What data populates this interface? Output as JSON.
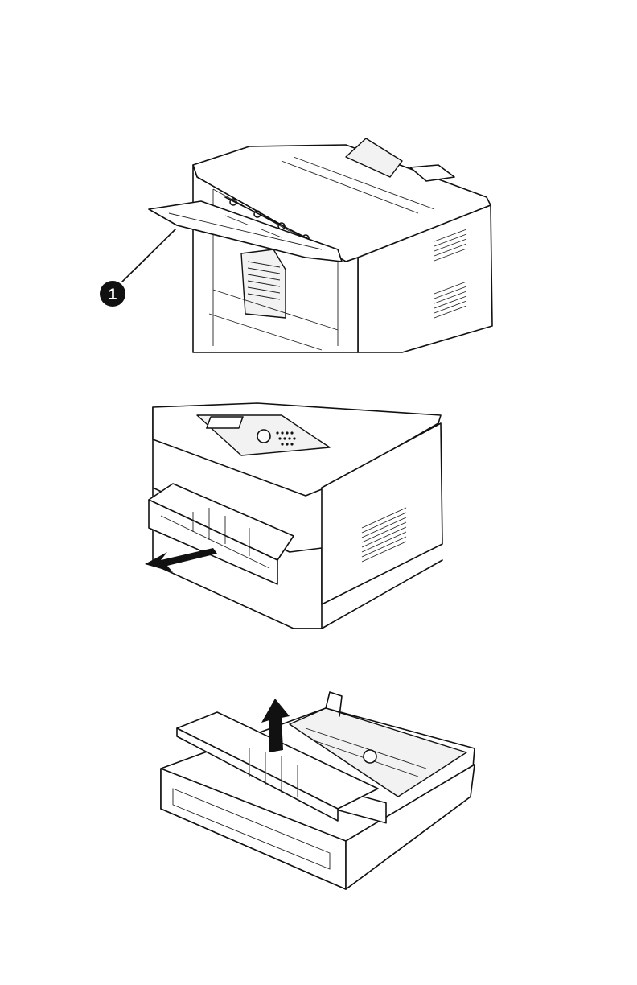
{
  "figures": [
    {
      "id": "figure-1",
      "callout": "1"
    },
    {
      "id": "figure-2"
    },
    {
      "id": "figure-3"
    }
  ]
}
